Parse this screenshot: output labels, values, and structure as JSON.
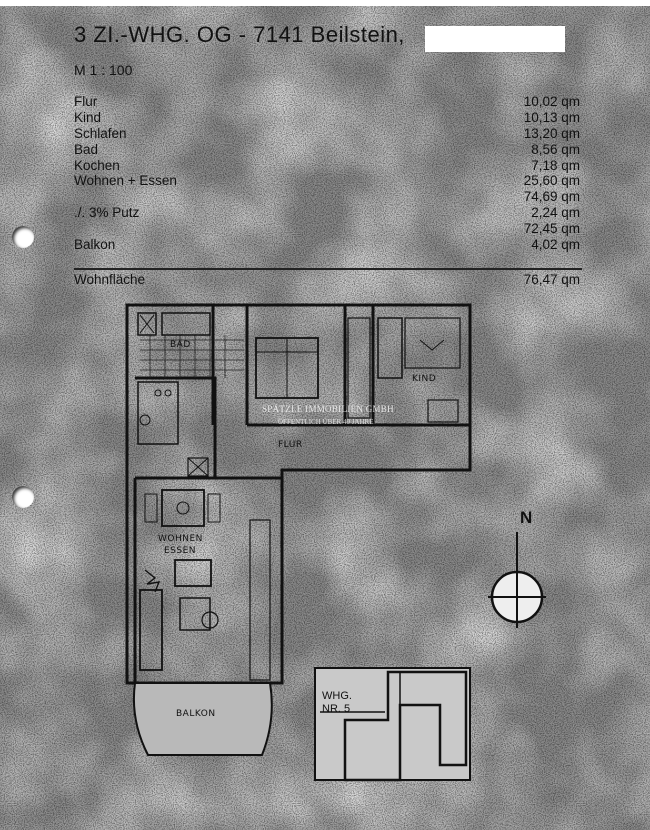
{
  "header": {
    "title": "3 ZI.-WHG. OG - 7141 Beilstein,",
    "scale": "M 1 : 100"
  },
  "rooms": [
    {
      "name": "Flur",
      "value": "10,02 qm"
    },
    {
      "name": "Kind",
      "value": "10,13 qm"
    },
    {
      "name": "Schlafen",
      "value": "13,20 qm"
    },
    {
      "name": "Bad",
      "value": "8,56 qm"
    },
    {
      "name": "Kochen",
      "value": "7,18 qm"
    },
    {
      "name": "Wohnen + Essen",
      "value": "25,60 qm"
    },
    {
      "name": "",
      "value": "74,69 qm"
    },
    {
      "name": "./. 3% Putz",
      "value": "2,24 qm"
    },
    {
      "name": "",
      "value": "72,45 qm"
    },
    {
      "name": "Balkon",
      "value": "4,02 qm"
    }
  ],
  "total": {
    "name": "Wohnfläche",
    "value": "76,47 qm"
  },
  "plan_labels": {
    "bad": "BAD",
    "kind": "KIND",
    "flur": "FLUR",
    "wohnen": "WOHNEN",
    "essen": "ESSEN",
    "balkon": "BALKON",
    "north": "N",
    "neighbor_line1": "WHG.",
    "neighbor_line2": "NR. 5"
  },
  "watermark": {
    "text": "SPÄTZLE IMMOBILIEN GMBH",
    "sub": "ÖFFENTLICH ÜBER 40 JAHRE"
  },
  "colors": {
    "paper": "#8e8e8e",
    "ink": "#111111",
    "redaction": "#ffffff"
  }
}
